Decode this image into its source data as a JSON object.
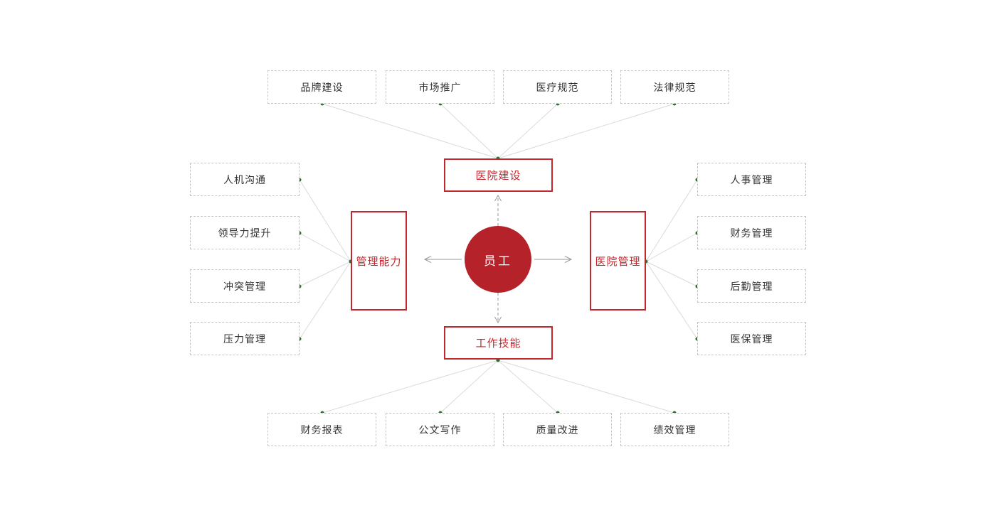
{
  "colors": {
    "accent_red": "#b5222a",
    "node_border_red": "#c1272d",
    "dot_green": "#2f6f33",
    "connector_gray": "#dadada",
    "arrow_gray": "#999999",
    "sub_border_gray": "#c6c6c6",
    "sub_text": "#333333",
    "background": "#ffffff"
  },
  "center": {
    "label": "员工"
  },
  "branches": {
    "top": {
      "label": "医院建设",
      "items": [
        "品牌建设",
        "市场推广",
        "医疗规范",
        "法律规范"
      ]
    },
    "left": {
      "label": "管理能力",
      "items": [
        "人机沟通",
        "领导力提升",
        "冲突管理",
        "压力管理"
      ]
    },
    "right": {
      "label": "医院管理",
      "items": [
        "人事管理",
        "财务管理",
        "后勤管理",
        "医保管理"
      ]
    },
    "bottom": {
      "label": "工作技能",
      "items": [
        "财务报表",
        "公文写作",
        "质量改进",
        "绩效管理"
      ]
    }
  }
}
